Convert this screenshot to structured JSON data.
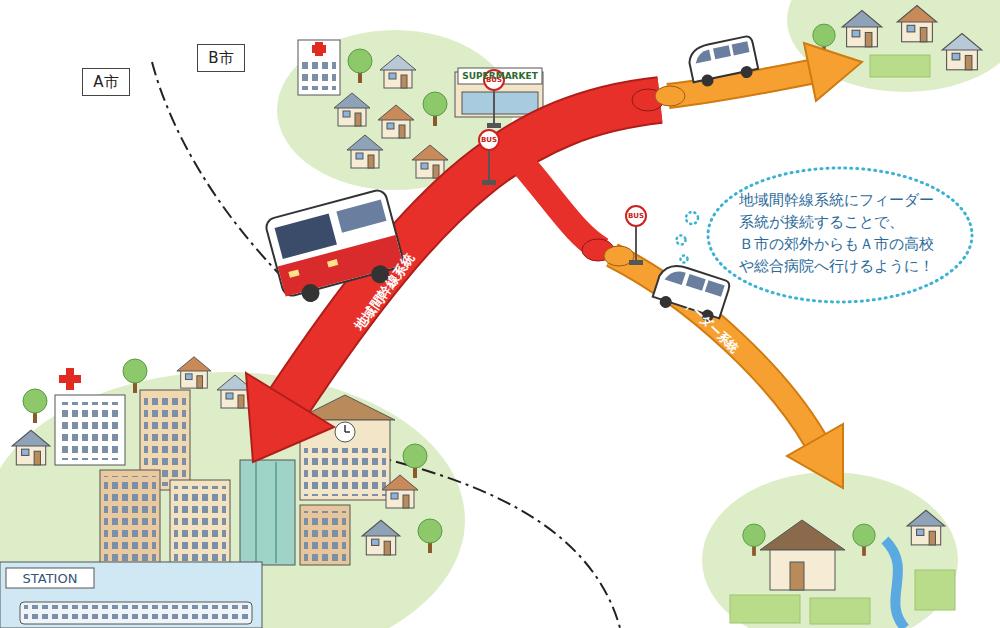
{
  "diagram": {
    "nodes": [
      {
        "text": [
          "A市"
        ]
      },
      {
        "text": [
          "B市"
        ]
      },
      {
        "text": [
          "地域間幹線系統にフィーダー 系統が接続することで、 Ｂ市の郊外からもＡ市の高校 や総合病院へ行けるように！"
        ]
      }
    ],
    "labels": [
      "SUPERMARKET",
      "BUS",
      "BUS",
      "BUS",
      "地域間幹線系統",
      "フィーダー系統",
      "STATION"
    ]
  }
}
